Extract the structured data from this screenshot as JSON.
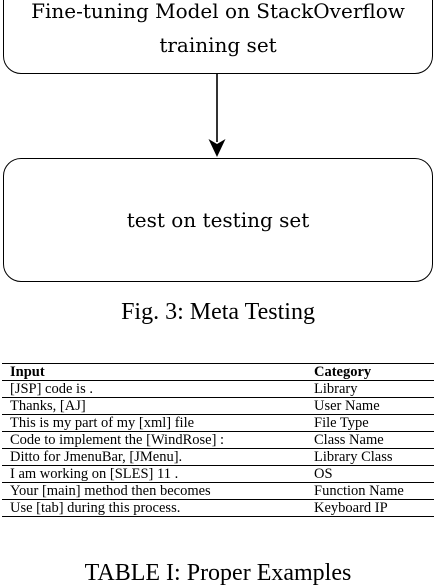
{
  "flowchart": {
    "top_box_lines": [
      "Fine-tuning Model on StackOverflow",
      "training set"
    ],
    "bottom_box_text": "test on testing set"
  },
  "figure_caption": "Fig. 3: Meta Testing",
  "table": {
    "headers": [
      "Input",
      "Category"
    ],
    "rows": [
      [
        "[JSP] code is .",
        "Library"
      ],
      [
        "Thanks, [AJ]",
        "User Name"
      ],
      [
        "This is my part of my [xml] file",
        "File Type"
      ],
      [
        "Code to implement the [WindRose] :",
        "Class Name"
      ],
      [
        "Ditto for JmenuBar, [JMenu].",
        "Library Class"
      ],
      [
        "I am working on [SLES] 11 .",
        "OS"
      ],
      [
        "Your [main] method then becomes",
        "Function Name"
      ],
      [
        "Use [tab] during this process.",
        "Keyboard IP"
      ]
    ]
  },
  "table_caption": "TABLE I: Proper Examples"
}
